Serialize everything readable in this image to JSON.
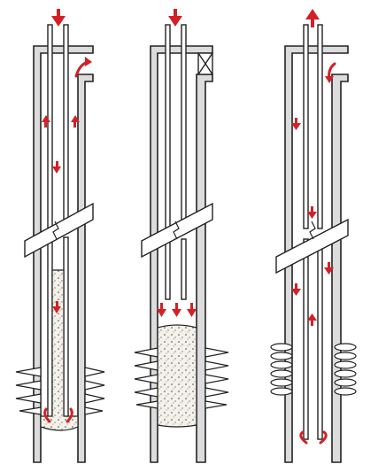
{
  "diagram": {
    "panels": [
      {
        "name": "panel-1",
        "well_head": "open-outlet",
        "flow": [
          "down-tubing",
          "up-annulus",
          "out-side-port"
        ]
      },
      {
        "name": "panel-2",
        "well_head": "closed-valve",
        "flow": [
          "down-tubing",
          "out-bottom"
        ]
      },
      {
        "name": "panel-3",
        "well_head": "open-outlet",
        "flow": [
          "in-side-port",
          "down-annulus",
          "up-tubing"
        ]
      }
    ],
    "colors": {
      "flow_arrow": "#d32027",
      "casing": "#dcdcdc",
      "outline": "#222222",
      "cement": "#f4f1ea"
    },
    "icons": [
      "flow-arrow-icon",
      "curved-flow-arrow-icon",
      "valve-icon"
    ]
  }
}
